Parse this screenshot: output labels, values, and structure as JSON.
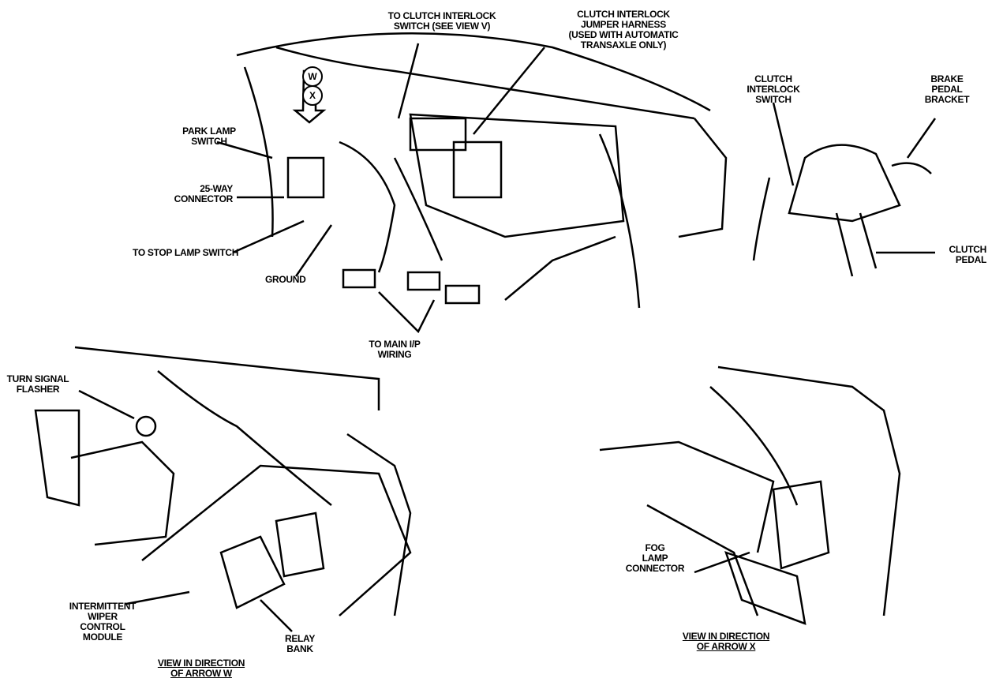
{
  "labels": {
    "to_clutch_interlock": "TO CLUTCH INTERLOCK\nSWITCH (SEE VIEW V)",
    "jumper_harness": "CLUTCH INTERLOCK\nJUMPER HARNESS\n(USED WITH AUTOMATIC\nTRANSAXLE ONLY)",
    "clutch_interlock_switch": "CLUTCH\nINTERLOCK\nSWITCH",
    "brake_pedal_bracket": "BRAKE\nPEDAL\nBRACKET",
    "clutch_pedal": "CLUTCH\nPEDAL",
    "park_lamp_switch": "PARK LAMP\nSWITCH",
    "connector_25way": "25-WAY\nCONNECTOR",
    "to_stop_lamp": "TO STOP LAMP SWITCH",
    "ground": "GROUND",
    "to_main_ip": "TO MAIN I/P\nWIRING",
    "turn_signal_flasher": "TURN SIGNAL\nFLASHER",
    "wiper_module": "INTERMITTENT\nWIPER\nCONTROL\nMODULE",
    "relay_bank": "RELAY\nBANK",
    "view_w": "VIEW IN DIRECTION\nOF ARROW W",
    "fog_lamp": "FOG\nLAMP\nCONNECTOR",
    "view_x": "VIEW IN DIRECTION\nOF ARROW X",
    "arrow_w": "W",
    "arrow_x": "X"
  }
}
